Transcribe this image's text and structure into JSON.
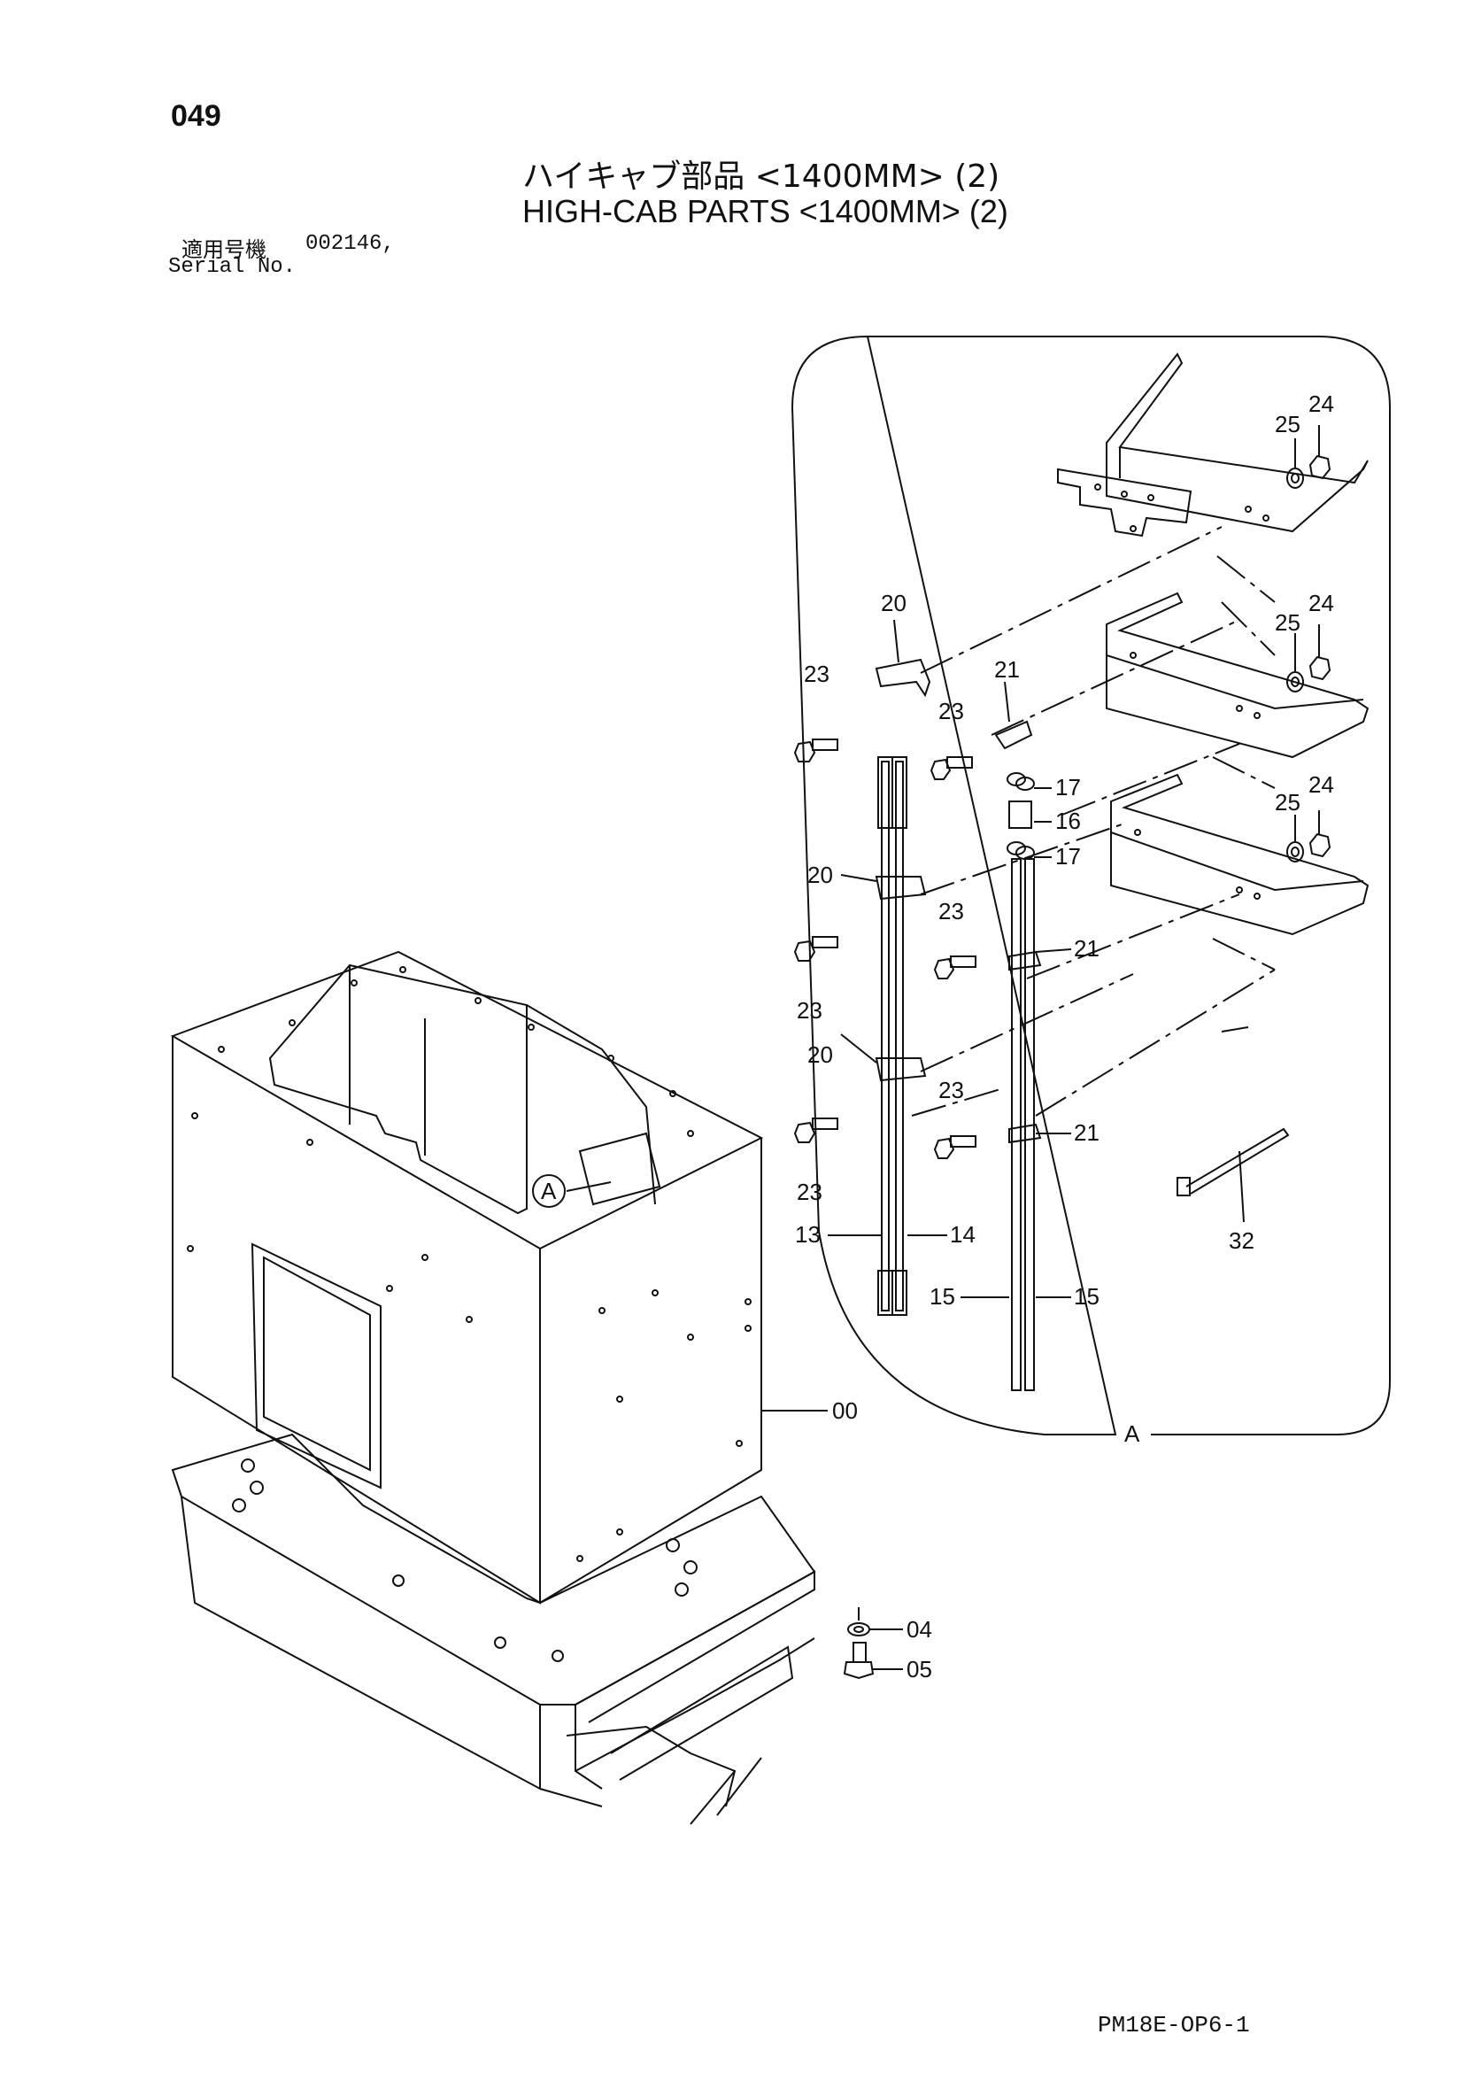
{
  "header": {
    "page_number": "049",
    "title_jp": "ハイキャブ部品 <1400MM> (2)",
    "title_en": "HIGH-CAB PARTS <1400MM> (2)",
    "serial_label_jp": "適用号機",
    "serial_value": "002146,",
    "serial_label_en": "Serial No."
  },
  "callouts": {
    "c24a": "24",
    "c25a": "25",
    "c24b": "24",
    "c25b": "25",
    "c24c": "24",
    "c25c": "25",
    "c20a": "20",
    "c23a": "23",
    "c23b": "23",
    "c21a": "21",
    "c17a": "17",
    "c16": "16",
    "c17b": "17",
    "c20b": "20",
    "c23c": "23",
    "c23d": "23",
    "c21b": "21",
    "c20c": "20",
    "c23e": "23",
    "c23f": "23",
    "c21c": "21",
    "c13": "13",
    "c14": "14",
    "c15a": "15",
    "c15b": "15",
    "c32": "32",
    "cA": "A",
    "cAcircle": "A",
    "c00": "00",
    "c04": "04",
    "c05": "05"
  },
  "footer": {
    "doc_code": "PM18E-OP6-1"
  }
}
